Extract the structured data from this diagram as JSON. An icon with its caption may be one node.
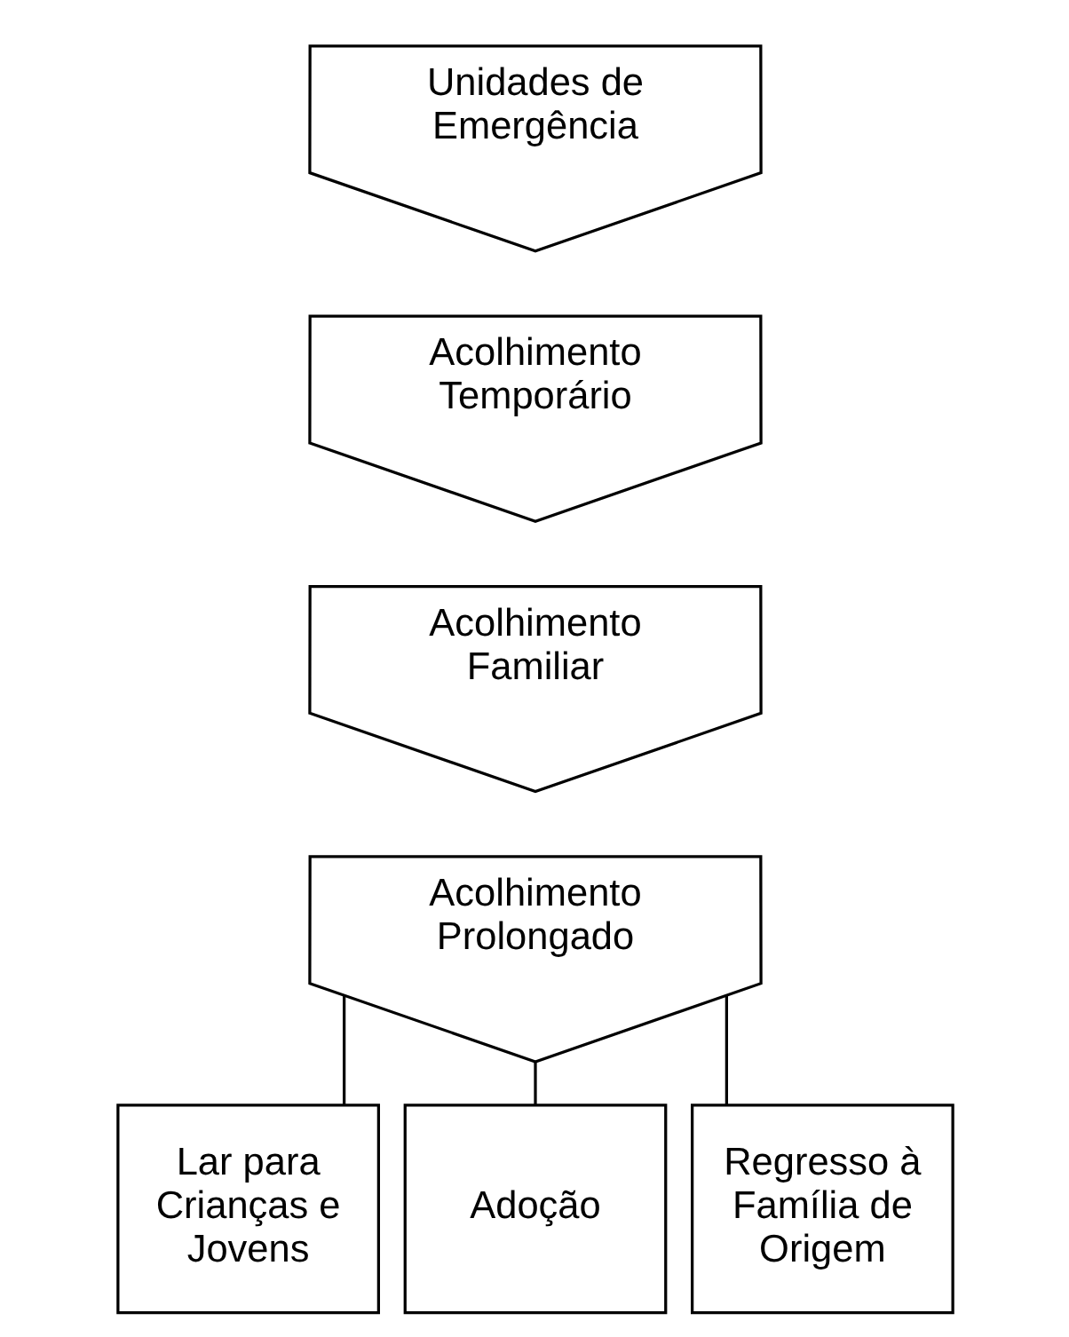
{
  "diagram": {
    "nodes": [
      {
        "text": [
          "Unidades de Emergência"
        ]
      },
      {
        "text": [
          "Acolhimento Temporário"
        ]
      },
      {
        "text": [
          "Acolhimento Familiar"
        ]
      },
      {
        "text": [
          "Acolhimento Prolongado"
        ]
      },
      {
        "text": [
          "Lar para Crianças e Jovens"
        ]
      },
      {
        "text": [
          "Adoção"
        ]
      },
      {
        "text": [
          "Regresso à Família de Origem"
        ]
      }
    ],
    "edges": [
      {
        "from": 3,
        "to": 4,
        "arrow": "none"
      },
      {
        "from": 3,
        "to": 5,
        "arrow": "none"
      },
      {
        "from": 3,
        "to": 6,
        "arrow": "none"
      }
    ]
  }
}
